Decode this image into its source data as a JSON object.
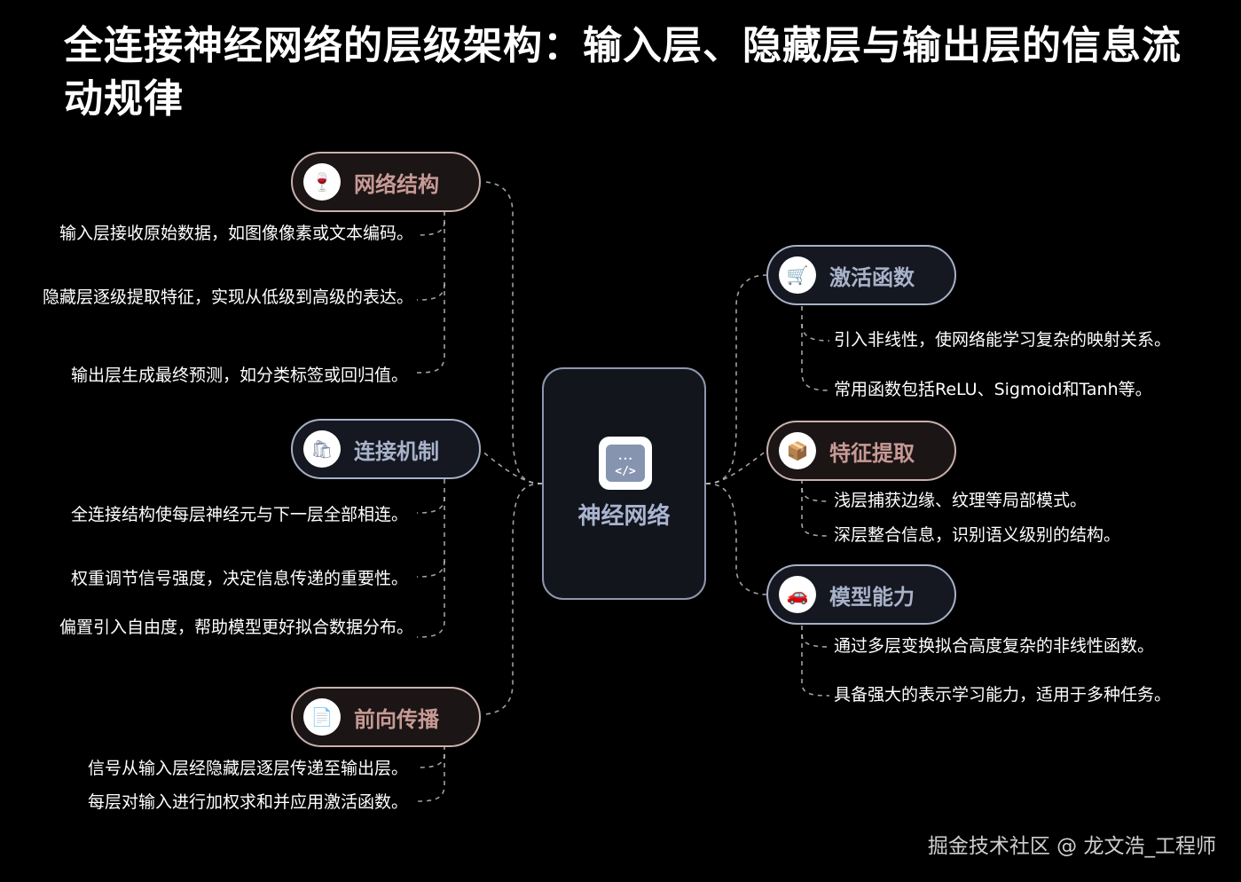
{
  "title": "全连接神经网络的层级架构：输入层、隐藏层与输出层的信息流动规律",
  "center": {
    "label": "神经网络",
    "icon": "code-window-icon"
  },
  "branches": [
    {
      "key": "struct",
      "label": "网络结构",
      "icon": "wine-bottle-icon",
      "tone": "warm",
      "items": [
        "输入层接收原始数据，如图像像素或文本编码。",
        "隐藏层逐级提取特征，实现从低级到高级的表达。",
        "输出层生成最终预测，如分类标签或回归值。"
      ]
    },
    {
      "key": "conn",
      "label": "连接机制",
      "icon": "shopping-bag-icon",
      "tone": "cool",
      "items": [
        "全连接结构使每层神经元与下一层全部相连。",
        "权重调节信号强度，决定信息传递的重要性。",
        "偏置引入自由度，帮助模型更好拟合数据分布。"
      ]
    },
    {
      "key": "fwd",
      "label": "前向传播",
      "icon": "document-clock-icon",
      "tone": "warm",
      "items": [
        "信号从输入层经隐藏层逐层传递至输出层。",
        "每层对输入进行加权求和并应用激活函数。"
      ]
    },
    {
      "key": "act",
      "label": "激活函数",
      "icon": "cart-icon",
      "tone": "cool",
      "items": [
        "引入非线性，使网络能学习复杂的映射关系。",
        "常用函数包括ReLU、Sigmoid和Tanh等。"
      ]
    },
    {
      "key": "feat",
      "label": "特征提取",
      "icon": "hand-package-icon",
      "tone": "warm",
      "items": [
        "浅层捕获边缘、纹理等局部模式。",
        "深层整合信息，识别语义级别的结构。"
      ]
    },
    {
      "key": "model",
      "label": "模型能力",
      "icon": "car-wash-icon",
      "tone": "cool",
      "items": [
        "通过多层变换拟合高度复杂的非线性函数。",
        "具备强大的表示学习能力，适用于多种任务。"
      ]
    }
  ],
  "watermark": "掘金技术社区 @ 龙文浩_工程师"
}
